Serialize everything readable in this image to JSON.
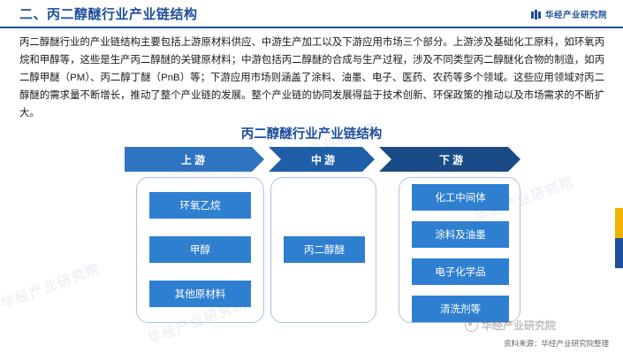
{
  "header": {
    "title": "二、丙二醇醚行业产业链结构",
    "brand": "华经产业研究院"
  },
  "paragraph": "丙二醇醚行业的产业链结构主要包括上游原材料供应、中游生产加工以及下游应用市场三个部分。上游涉及基础化工原料，如环氧丙烷和甲醇等，这些是生产丙二醇醚的关键原材料；中游包括丙二醇醚的合成与生产过程，涉及不同类型丙二醇醚化合物的制造，如丙二醇甲醚（PM）、丙二醇丁醚（PnB）等；下游应用市场则涵盖了涂料、油墨、电子、医药、农药等多个领域。这些应用领域对丙二醇醚的需求量不断增长，推动了整个产业链的发展。整个产业链的协同发展得益于技术创新、环保政策的推动以及市场需求的不断扩大。",
  "diagram": {
    "title": "丙二醇醚行业产业链结构",
    "stages": [
      {
        "label": "上游",
        "color": "#2f74c0"
      },
      {
        "label": "中游",
        "color": "#1f5fa8"
      },
      {
        "label": "下游",
        "color": "#1a4b86"
      }
    ],
    "upstream_items": [
      "环氧乙烷",
      "甲醇",
      "其他原材料"
    ],
    "midstream_items": [
      "丙二醇醚"
    ],
    "downstream_items": [
      "化工中间体",
      "涂料及油墨",
      "电子化学品",
      "清洗剂等"
    ]
  },
  "watermarks": {
    "text": "华经产业研究院",
    "weibo": "华经产业研究院"
  },
  "footer": {
    "source": "资料来源：华经产业研究院整理"
  }
}
